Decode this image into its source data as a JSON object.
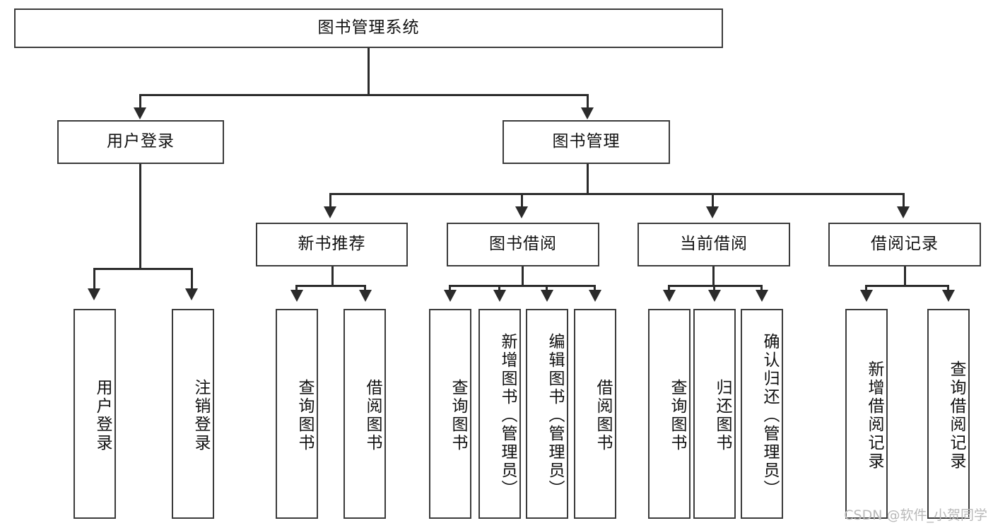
{
  "diagram": {
    "type": "tree-hierarchy",
    "title": "图书管理系统",
    "root": {
      "id": "root",
      "label": "图书管理系统"
    },
    "level2": [
      {
        "id": "user-login",
        "label": "用户登录"
      },
      {
        "id": "book-management",
        "label": "图书管理"
      }
    ],
    "level3": [
      {
        "id": "new-book-recommend",
        "label": "新书推荐",
        "parent": "book-management"
      },
      {
        "id": "book-borrow",
        "label": "图书借阅",
        "parent": "book-management"
      },
      {
        "id": "current-borrow",
        "label": "当前借阅",
        "parent": "book-management"
      },
      {
        "id": "borrow-record",
        "label": "借阅记录",
        "parent": "book-management"
      }
    ],
    "leaves": {
      "user_login": [
        {
          "id": "leaf-user-login",
          "label": "用户登录"
        },
        {
          "id": "leaf-user-logout",
          "label": "注销登录"
        }
      ],
      "new_book_recommend": [
        {
          "id": "leaf-query-book-1",
          "label": "查询图书"
        },
        {
          "id": "leaf-borrow-book-1",
          "label": "借阅图书"
        }
      ],
      "book_borrow": [
        {
          "id": "leaf-query-book-2",
          "label": "查询图书"
        },
        {
          "id": "leaf-add-book",
          "label": "新增图书（管理员）"
        },
        {
          "id": "leaf-edit-book",
          "label": "编辑图书（管理员）"
        },
        {
          "id": "leaf-borrow-book-2",
          "label": "借阅图书"
        }
      ],
      "current_borrow": [
        {
          "id": "leaf-query-book-3",
          "label": "查询图书"
        },
        {
          "id": "leaf-return-book",
          "label": "归还图书"
        },
        {
          "id": "leaf-confirm-return",
          "label": "确认归还（管理员）"
        }
      ],
      "borrow_record": [
        {
          "id": "leaf-add-record",
          "label": "新增借阅记录"
        },
        {
          "id": "leaf-query-record",
          "label": "查询借阅记录"
        }
      ]
    }
  },
  "watermark": {
    "text": "CSDN @软件_小贺同学"
  },
  "colors": {
    "box_border": "#3b3b3b",
    "edge": "#2b2b2b",
    "text": "#111111",
    "background": "#ffffff",
    "watermark": "#b9b9b9"
  }
}
